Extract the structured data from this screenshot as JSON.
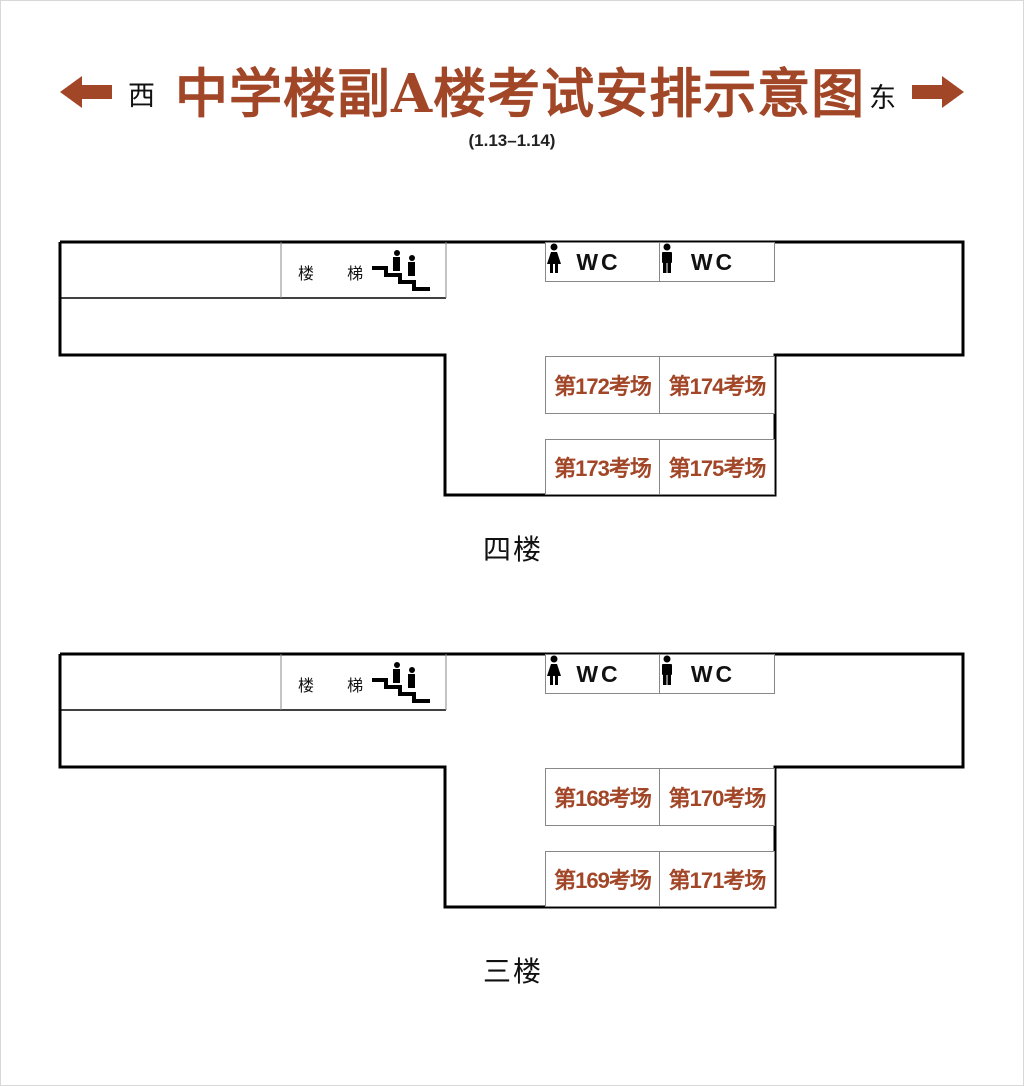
{
  "header": {
    "west": "西",
    "east": "东",
    "title": "中学楼副A楼考试安排示意图",
    "subtitle": "(1.13–1.14)",
    "icons": {
      "left_arrow": "arrow-left-icon",
      "right_arrow": "arrow-right-icon"
    }
  },
  "colors": {
    "accent": "#a24628",
    "line": "#000000",
    "room_border": "#888888"
  },
  "floors": [
    {
      "name": "四楼",
      "stairs": "楼 梯",
      "wc": [
        "WC",
        "WC"
      ],
      "rooms": [
        "第172考场",
        "第174考场",
        "第173考场",
        "第175考场"
      ]
    },
    {
      "name": "三楼",
      "stairs": "楼 梯",
      "wc": [
        "WC",
        "WC"
      ],
      "rooms": [
        "第168考场",
        "第170考场",
        "第169考场",
        "第171考场"
      ]
    }
  ]
}
